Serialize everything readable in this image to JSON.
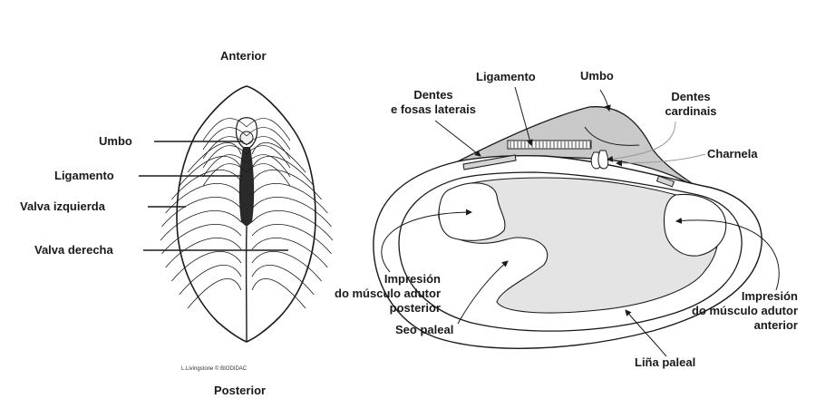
{
  "left_figure": {
    "anterior": "Anterior",
    "posterior": "Posterior",
    "umbo": "Umbo",
    "ligamento": "Ligamento",
    "valva_izquierda": "Valva izquierda",
    "valva_derecha": "Valva derecha",
    "credit": "L.Livingstone © BIODIDAC"
  },
  "right_figure": {
    "umbo": "Umbo",
    "ligamento": "Ligamento",
    "dentes_laterais_line1": "Dentes",
    "dentes_laterais_line2": "e fosas laterais",
    "dentes_cardinais_line1": "Dentes",
    "dentes_cardinais_line2": "cardinais",
    "charnela": "Charnela",
    "imp_posterior_line1": "Impresión",
    "imp_posterior_line2": "do músculo adutor",
    "imp_posterior_line3": "posterior",
    "imp_anterior_line1": "Impresión",
    "imp_anterior_line2": "do músculo adutor",
    "imp_anterior_line3": "anterior",
    "seo_paleal": "Seo paleal",
    "lina_paleal": "Liña paleal"
  },
  "colors": {
    "ink": "#1a1a1a",
    "umbo_fill": "#c9c9c9",
    "scar_fill": "#e4e4e4"
  }
}
